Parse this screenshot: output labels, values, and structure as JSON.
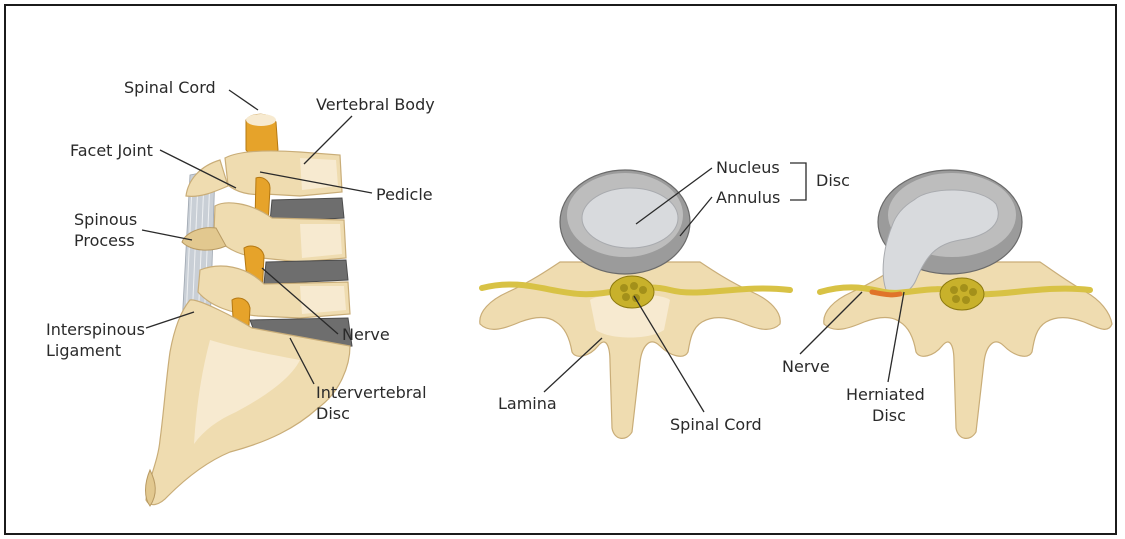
{
  "lateral_view": {
    "labels": {
      "spinal_cord": "Spinal Cord",
      "vertebral_body": "Vertebral Body",
      "facet_joint": "Facet Joint",
      "pedicle": "Pedicle",
      "spinous_process_line1": "Spinous",
      "spinous_process_line2": "Process",
      "interspinous_ligament_line1": "Interspinous",
      "interspinous_ligament_line2": "Ligament",
      "nerve": "Nerve",
      "intervertebral_disc_line1": "Intervertebral",
      "intervertebral_disc_line2": "Disc"
    }
  },
  "normal_disc_view": {
    "labels": {
      "nucleus": "Nucleus",
      "annulus": "Annulus",
      "disc": "Disc",
      "lamina": "Lamina",
      "spinal_cord": "Spinal Cord"
    }
  },
  "herniated_disc_view": {
    "labels": {
      "nerve": "Nerve",
      "herniated_disc_line1": "Herniated",
      "herniated_disc_line2": "Disc"
    }
  },
  "colors": {
    "bone": "#efdcb0",
    "disc": "#6e6e6e",
    "nerve_root": "#e6a32a",
    "annulus": "#9b9b9b",
    "nucleus": "#d8dadd",
    "frame": "#1b1b1b"
  }
}
